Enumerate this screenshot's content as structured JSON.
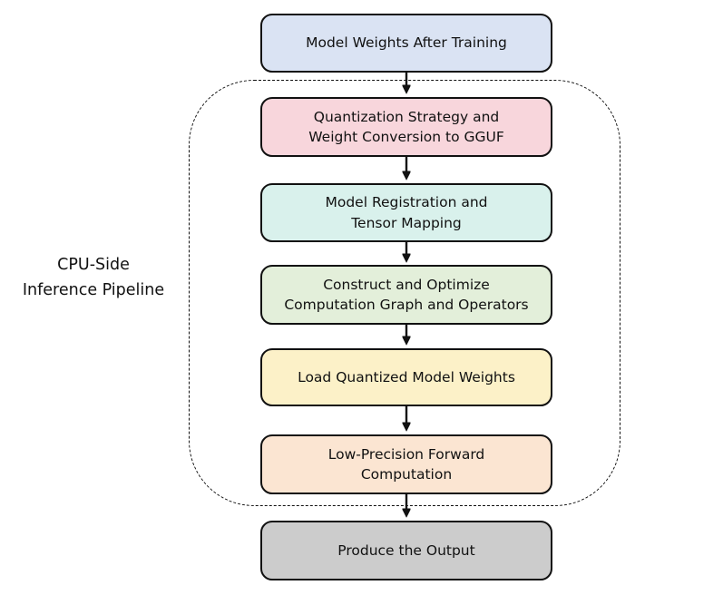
{
  "diagram": {
    "pipeline_label": "CPU-Side\nInference Pipeline",
    "stroke_color": "#111111",
    "nodes": [
      {
        "id": "model-weights-after-training",
        "label": "Model Weights After Training",
        "fill": "#dae3f3"
      },
      {
        "id": "quantization-strategy-gguf",
        "label": "Quantization Strategy and\nWeight Conversion to GGUF",
        "fill": "#f8d6dc"
      },
      {
        "id": "model-registration-tensor-mapping",
        "label": "Model Registration and\nTensor Mapping",
        "fill": "#d9f1ec"
      },
      {
        "id": "construct-optimize-graph",
        "label": "Construct and Optimize\nComputation Graph and Operators",
        "fill": "#e3efda"
      },
      {
        "id": "load-quantized-weights",
        "label": "Load Quantized Model Weights",
        "fill": "#fcf1c8"
      },
      {
        "id": "low-precision-forward",
        "label": "Low-Precision Forward\nComputation",
        "fill": "#fbe5d2"
      },
      {
        "id": "produce-output",
        "label": "Produce the Output",
        "fill": "#cccccc"
      }
    ]
  }
}
